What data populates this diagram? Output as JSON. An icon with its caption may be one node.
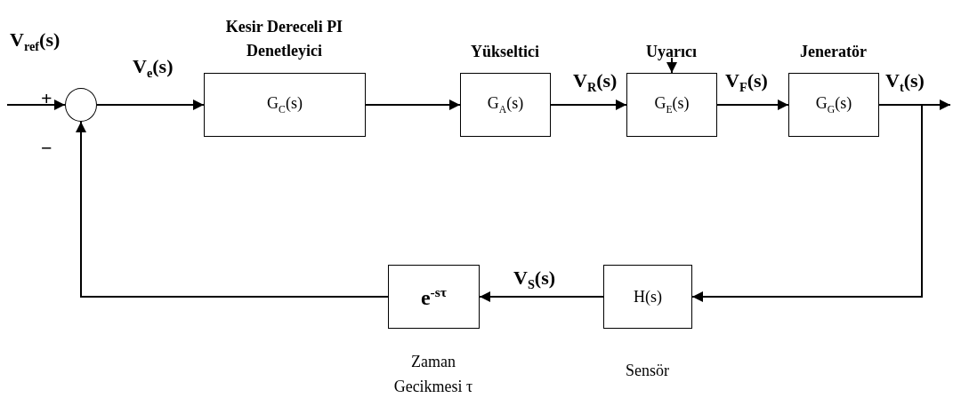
{
  "diagram": {
    "nodes": [
      {
        "text": [],
        "shape": "circle"
      },
      {
        "text": [
          "Kesir Dereceli PI Denetleyici",
          "G$_{C}$(s)"
        ]
      },
      {
        "text": [
          "Yükseltici",
          "G$_{A}$(s)"
        ]
      },
      {
        "text": [
          "Uyarıcı",
          "G$_{E}$(s)"
        ]
      },
      {
        "text": [
          "Jeneratör",
          "G$_{G}$(s)"
        ]
      },
      {
        "text": [
          "H(s)"
        ],
        "beside": [
          "Sensör"
        ]
      },
      {
        "text": [
          "e$^{-sτ}$"
        ],
        "beside": [
          "Zaman Gecikmesi τ"
        ]
      }
    ],
    "edges": [
      {
        "from": null,
        "to": 0,
        "arrow": "to",
        "label": "V$_{ref}$(s)"
      },
      {
        "from": 0,
        "to": 1,
        "arrow": "to",
        "label": "V$_{e}$(s)"
      },
      {
        "from": 1,
        "to": 2,
        "arrow": "to"
      },
      {
        "from": 2,
        "to": 3,
        "arrow": "to",
        "label": "V$_{R}$(s)"
      },
      {
        "from": null,
        "to": 3,
        "arrow": "to"
      },
      {
        "from": 3,
        "to": 4,
        "arrow": "to",
        "label": "V$_{F}$(s)"
      },
      {
        "from": 4,
        "to": null,
        "arrow": "to",
        "label": "V$_{t}$(s)"
      },
      {
        "from": 4,
        "to": 5,
        "arrow": "to"
      },
      {
        "from": 5,
        "to": 6,
        "arrow": "to",
        "label": "V$_{S}$(s)"
      },
      {
        "from": 6,
        "to": 0,
        "arrow": "to"
      }
    ],
    "labels": [
      "+",
      "−"
    ]
  }
}
